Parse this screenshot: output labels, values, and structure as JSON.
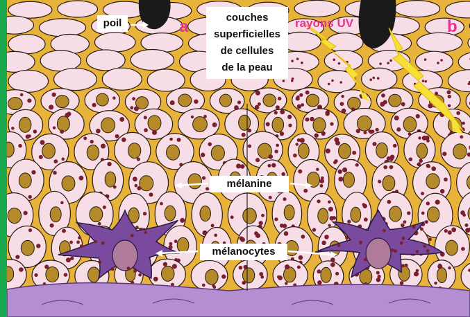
{
  "labels": {
    "poil": "poil",
    "panel_a": "a",
    "panel_b": "b",
    "couches": [
      "couches",
      "superficielles",
      "de cellules",
      "de la peau"
    ],
    "rayons_uv": "rayons UV",
    "melanine": "mélanine",
    "melanocytes": "mélanocytes"
  },
  "colors": {
    "tissue": "#e8b33a",
    "cell": "#f7dde6",
    "nucleus": "#b48a2a",
    "melanin": "#7a1f2e",
    "melanocyte": "#7a4a9e",
    "dermis": "#b48ed1",
    "uv": "#f5e03a",
    "accent": "#e6338f",
    "frame": "#1aa84f"
  }
}
